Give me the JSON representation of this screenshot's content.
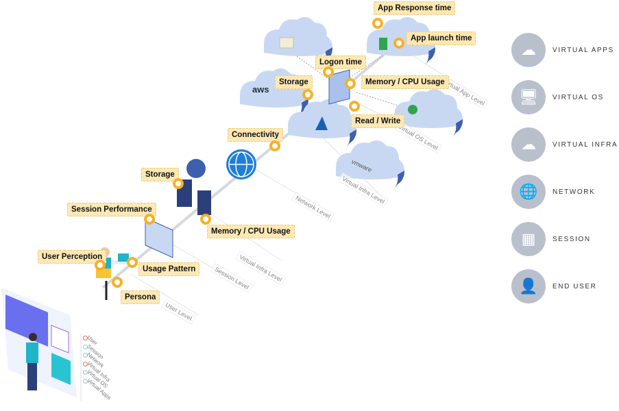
{
  "callouts": {
    "app_response": "App Response time",
    "app_launch": "App launch time",
    "logon": "Logon time",
    "mem_cpu_os": "Memory / CPU Usage",
    "storage_infra_top": "Storage",
    "read_write": "Read / Write",
    "connectivity": "Connectivity",
    "storage": "Storage",
    "session_perf": "Session Performance",
    "mem_cpu_infra": "Memory / CPU Usage",
    "user_perception": "User Perception",
    "usage_pattern": "Usage Pattern",
    "persona": "Persona"
  },
  "levels": {
    "app": "Virtual App Level",
    "os": "Virtual OS Level",
    "infra_top": "Virtual Infra Level",
    "network": "Network Level",
    "infra": "Virtual Infra Level",
    "session": "Session Level",
    "user": "User Level"
  },
  "cloud_logos": {
    "aws": "aws",
    "vmware": "vmware"
  },
  "legend": [
    {
      "label": "User",
      "color": "#f06a5a"
    },
    {
      "label": "Session",
      "color": "#7fd0c8"
    },
    {
      "label": "Network",
      "color": "#7fd0c8"
    },
    {
      "label": "Virtual Infra",
      "color": "#f06a5a"
    },
    {
      "label": "Virtual OS",
      "color": "#7fd0c8"
    },
    {
      "label": "Virtual Apps",
      "color": "#7fd0c8"
    }
  ],
  "sidebar": [
    {
      "label": "VIRTUAL APPS",
      "icon": "cloud-app-icon"
    },
    {
      "label": "VIRTUAL OS",
      "icon": "cloud-monitor-icon"
    },
    {
      "label": "VIRTUAL INFRA",
      "icon": "cloud-network-icon"
    },
    {
      "label": "NETWORK",
      "icon": "globe-icon"
    },
    {
      "label": "SESSION",
      "icon": "session-grid-icon"
    },
    {
      "label": "END USER",
      "icon": "user-icon"
    }
  ],
  "colors": {
    "callout_bg": "#fde8b4",
    "dot": "#f6b126",
    "cloud": "#c9d8f2",
    "cloud_dark": "#3d5fad",
    "sidebar_circle": "#b9c0cc"
  }
}
